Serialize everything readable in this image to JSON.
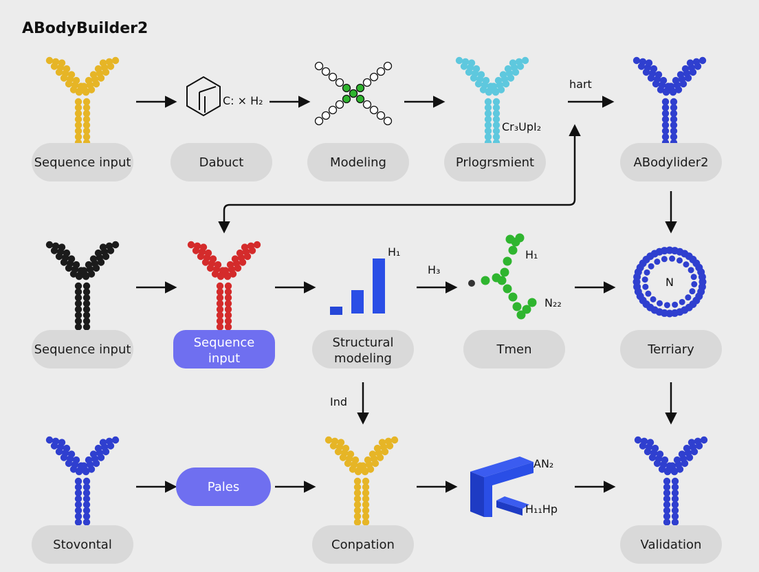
{
  "title": "ABodyBuilder2",
  "colors": {
    "background": "#ececec",
    "pill": "#d9d9d9",
    "pill_active": "#6f6ff0",
    "yellow": "#e6b526",
    "cyan": "#5ec8de",
    "blue": "#2f3fcf",
    "black": "#1b1b1b",
    "red": "#d42b2b",
    "green": "#2fb52f",
    "arrow": "#111111"
  },
  "row1": {
    "labels": [
      "Sequence input",
      "Dabuct",
      "Modeling",
      "Prlogrsmient",
      "ABodylider2"
    ],
    "molecule_text": "C: × H₂",
    "cyan_annotation": "Cr₃UpI₂",
    "arrow_text": "hart"
  },
  "row2": {
    "labels": [
      "Sequence input",
      "Sequence input",
      "Structural modeling",
      "Tmen",
      "Terriary"
    ],
    "label_lines": {
      "sequence_input_2": [
        "Sequence",
        "input"
      ],
      "structural_modeling": [
        "Structural",
        "modeling"
      ]
    },
    "bars_annotation": "H₁",
    "arrow_text": "H₃",
    "green_top": "H₁",
    "green_bottom": "N₂₂",
    "ring_center": "N"
  },
  "row3": {
    "labels": [
      "Stovontal",
      "Pales",
      "Conpation",
      "Validation"
    ],
    "down_arrow_text": "Ind",
    "block_top": "AN₂",
    "block_bottom": "H₁₁Hp"
  }
}
